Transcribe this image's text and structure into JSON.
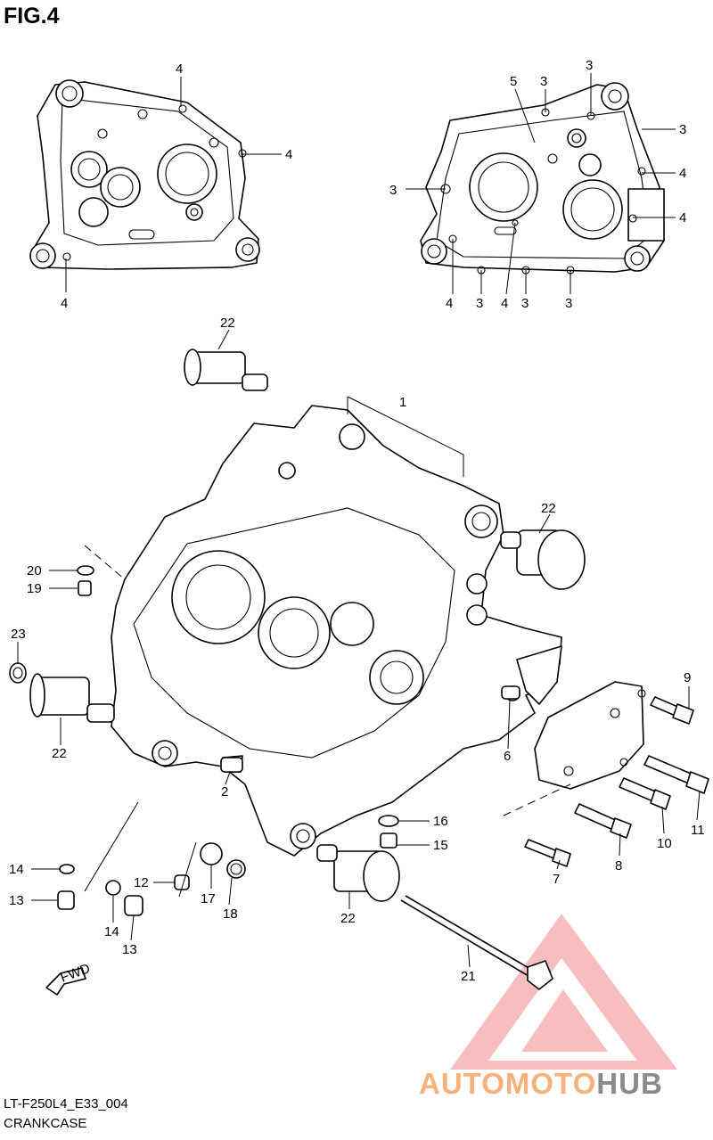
{
  "figure": {
    "title": "FIG.4"
  },
  "footer": {
    "code": "LT-F250L4_E33_004",
    "caption": "CRANKCASE"
  },
  "watermark": {
    "part1": "AUTOMOTO",
    "part2": "HUB",
    "logo_color": "#f08a8a",
    "text_color_1": "#f6b27a",
    "text_color_2": "#8a8a8a"
  },
  "forward_marker": {
    "label": "FWD"
  },
  "callouts": {
    "c1": "1",
    "c2": "2",
    "c3a": "3",
    "c3b": "3",
    "c3c": "3",
    "c3d": "3",
    "c3e": "3",
    "c3f": "3",
    "c3g": "3",
    "c4a": "4",
    "c4b": "4",
    "c4c": "4",
    "c4d": "4",
    "c4e": "4",
    "c4f": "4",
    "c4g": "4",
    "c5": "5",
    "c6": "6",
    "c7": "7",
    "c8": "8",
    "c9": "9",
    "c10": "10",
    "c11": "11",
    "c12": "12",
    "c13a": "13",
    "c13b": "13",
    "c14a": "14",
    "c14b": "14",
    "c15": "15",
    "c16": "16",
    "c17": "17",
    "c18": "18",
    "c19": "19",
    "c20": "20",
    "c21": "21",
    "c22a": "22",
    "c22b": "22",
    "c22c": "22",
    "c22d": "22",
    "c23": "23"
  }
}
